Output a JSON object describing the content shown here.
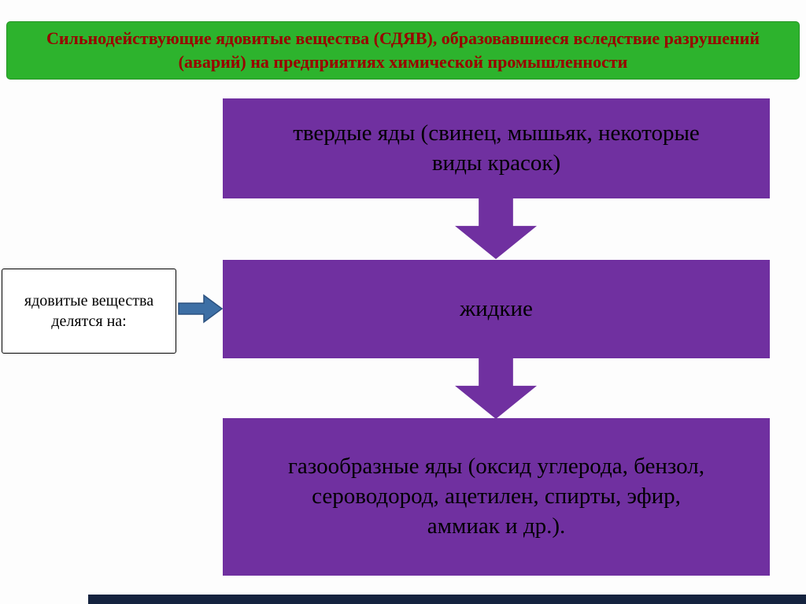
{
  "header": {
    "title": "Сильнодействующие ядовитые вещества (СДЯВ), образовавшиеся вследствие разрушений (аварий) на предприятиях химической промышленности"
  },
  "side_label": {
    "text": "ядовитые вещества делятся на:"
  },
  "boxes": [
    {
      "label": "твердые яды (свинец, мышьяк, некоторые виды красок)"
    },
    {
      "label": "жидкие"
    },
    {
      "label": "газообразные яды (оксид углерода, бензол, сероводород, ацетилен, спирты, эфир, аммиак и др.)."
    }
  ],
  "colors": {
    "header_green": "#2db32d",
    "header_text_red": "#990000",
    "box_purple": "#7030a0",
    "arrow_purple": "#7030a0",
    "side_arrow_blue": "#3d6fa5",
    "side_arrow_outline": "#2c5280",
    "footer_bar_navy": "#15233f"
  }
}
